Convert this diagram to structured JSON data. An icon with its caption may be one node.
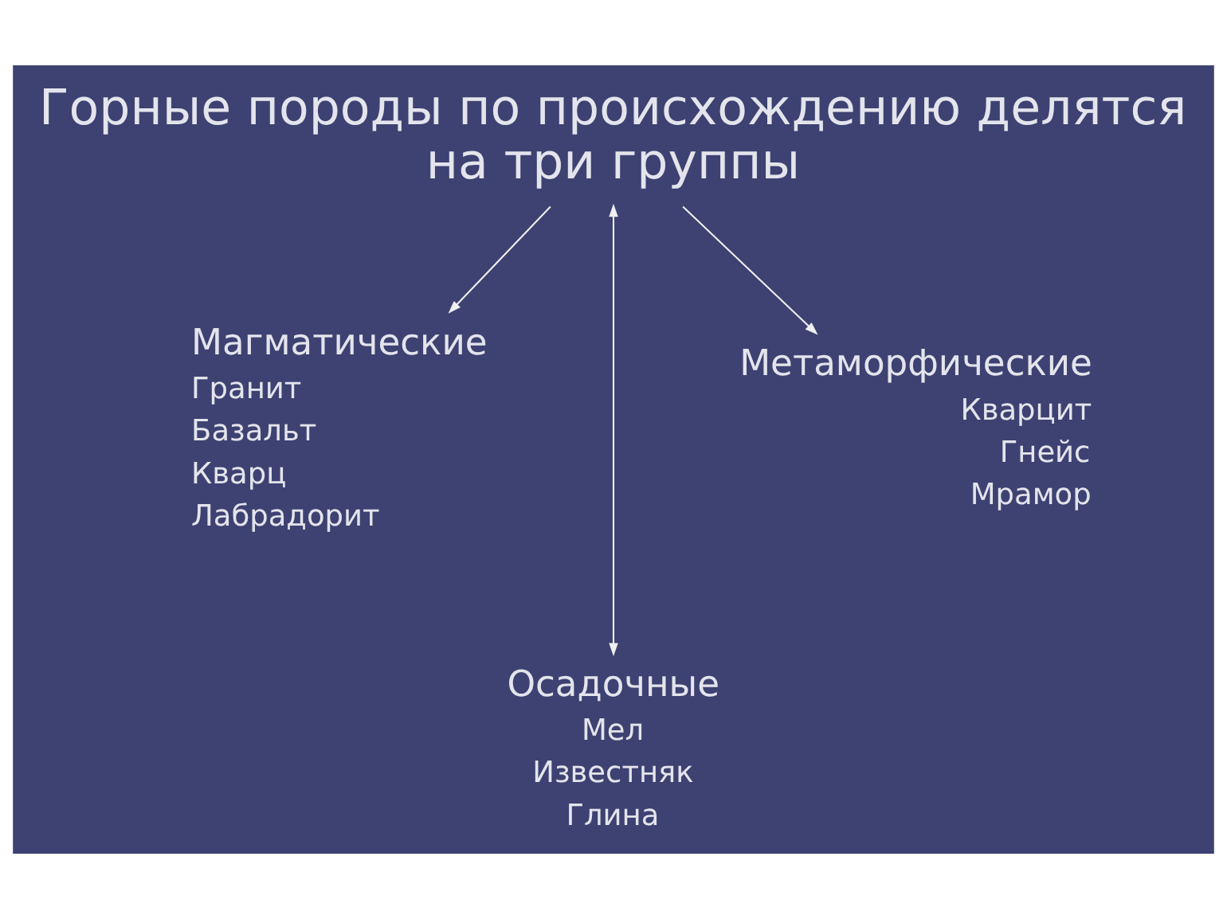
{
  "diagram": {
    "nodes": [
      {
        "text": [
          "Горные породы по происхождению делятся на три группы"
        ]
      },
      {
        "text": [
          "Магматические"
        ],
        "beside": [
          "Гранит",
          "Базальт",
          "Кварц",
          "Лабрадорит"
        ]
      },
      {
        "text": [
          "Осадочные"
        ],
        "beside": [
          "Мел",
          "Известняк",
          "Глина"
        ]
      },
      {
        "text": [
          "Метаморфические"
        ],
        "beside": [
          "Кварцит",
          "Гнейс",
          "Мрамор"
        ]
      }
    ],
    "edges": [
      {
        "from": 0,
        "to": 1,
        "arrow": "to"
      },
      {
        "from": 0,
        "to": 2,
        "arrow": "both"
      },
      {
        "from": 0,
        "to": 3,
        "arrow": "to"
      }
    ]
  }
}
